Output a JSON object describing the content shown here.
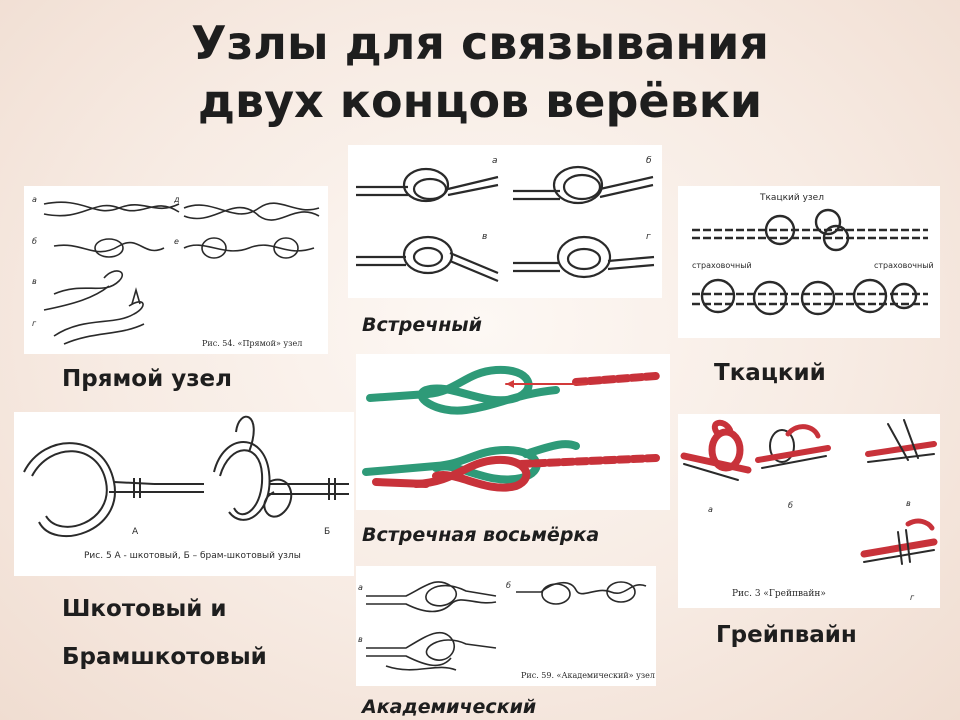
{
  "title": {
    "line1": "Узлы для связывания",
    "line2": "двух концов верёвки"
  },
  "captions": {
    "straight": "Прямой узел",
    "sheet_line1": "Шкотовый и",
    "sheet_line2": "Брамшкотовый",
    "oncoming": "Встречный",
    "figure8": "Встречная восьмёрка",
    "academic": "Академический",
    "weaver": "Ткацкий",
    "grapevine": "Грейпвайн"
  },
  "figures": {
    "straight_caption": "Рис. 54. «Прямой» узел",
    "sheet_caption": "Рис. 5 А - шкотовый, Б – брам-шкотовый узлы",
    "sheet_label_a": "А",
    "sheet_label_b": "Б",
    "academic_caption": "Рис. 59. «Академический» узел",
    "grapevine_caption": "Рис. 3 «Грейпвайн»",
    "weaver_title": "Ткацкий узел",
    "weaver_left": "страховочный",
    "weaver_right": "страховочный",
    "letter_a": "а",
    "letter_b": "б",
    "letter_v": "в",
    "letter_g": "г",
    "letter_d": "д",
    "letter_e": "е"
  },
  "colors": {
    "rope_dark": "#2a2a2a",
    "rope_green": "#2e9a78",
    "rope_red": "#c8323a",
    "arrow_red": "#d23a3a"
  }
}
